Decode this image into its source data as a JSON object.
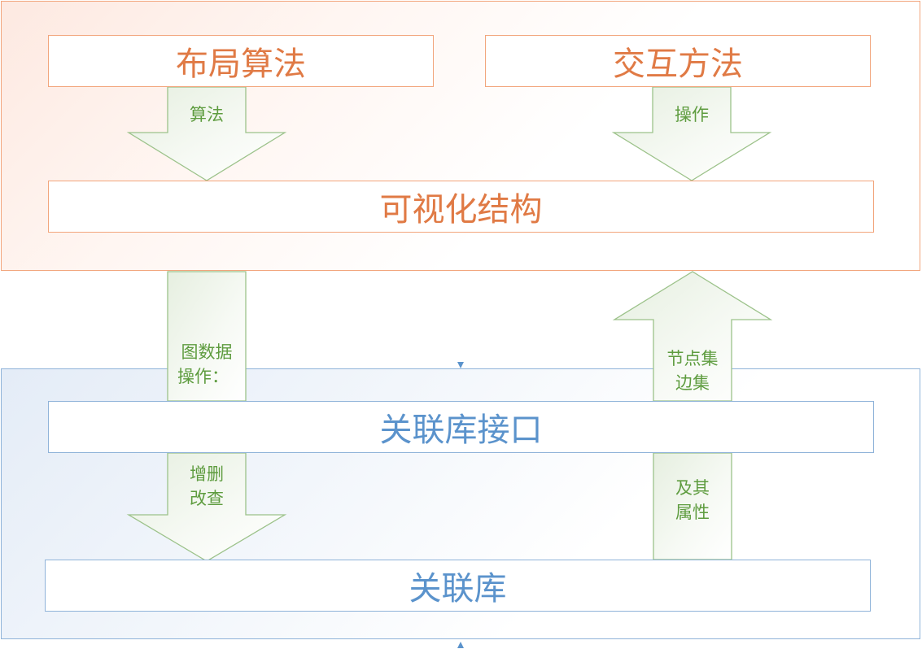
{
  "colors": {
    "top_group_border": "#f2a57c",
    "top_text": "#e07a45",
    "bottom_group_border": "#8fb3d9",
    "bottom_text": "#5b93cc",
    "arrow_stroke": "#9cc28a",
    "arrow_text": "#5e9c3f"
  },
  "top_group": {
    "boxes": {
      "layout_algorithm": "布局算法",
      "interaction_method": "交互方法",
      "visual_structure": "可视化结构"
    }
  },
  "bottom_group": {
    "boxes": {
      "relational_db_interface": "关联库接口",
      "relational_db": "关联库"
    }
  },
  "arrows": {
    "algorithm": {
      "direction": "down",
      "lines": [
        "算法"
      ]
    },
    "operation": {
      "direction": "down",
      "lines": [
        "操作"
      ]
    },
    "graph_data_ops": {
      "direction": "down",
      "lines": [
        "图数据",
        "操作："
      ]
    },
    "crud": {
      "direction": "down",
      "lines": [
        "增删",
        "改查"
      ]
    },
    "node_edge_sets": {
      "direction": "up",
      "lines": [
        "节点集",
        "边集"
      ]
    },
    "attributes": {
      "direction": "up",
      "lines": [
        "及其",
        "属性"
      ]
    }
  }
}
